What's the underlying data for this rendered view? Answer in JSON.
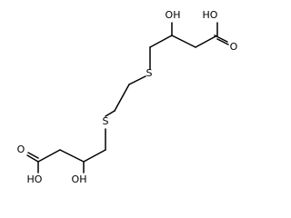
{
  "molecule": {
    "atoms": {
      "s_upper": "S",
      "s_lower": "S",
      "oh_upper_alcohol": "OH",
      "ho_upper_acid": "HO",
      "o_upper_carbonyl": "O",
      "oh_lower_alcohol": "OH",
      "ho_lower_acid": "HO",
      "o_lower_carbonyl": "O"
    }
  }
}
